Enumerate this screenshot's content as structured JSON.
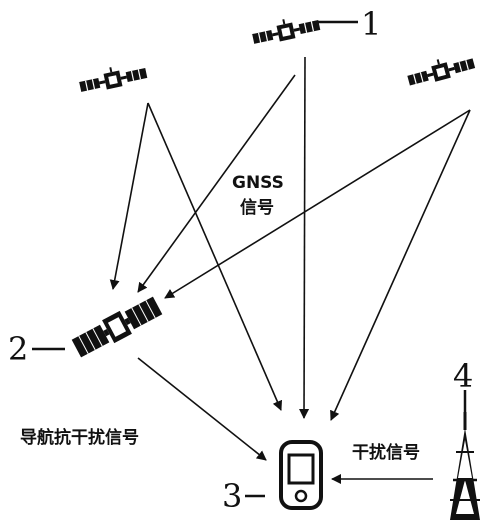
{
  "labels": {
    "gnss_line1": "GNSS",
    "gnss_line2": "信号",
    "anti_jam_signal": "导航抗干扰信号",
    "jamming_signal": "干扰信号"
  },
  "callouts": {
    "satellite": "1",
    "relay_satellite": "2",
    "receiver": "3",
    "jammer_tower": "4"
  },
  "colors": {
    "ink": "#111111",
    "background": "#ffffff"
  },
  "icons": {
    "satellite": "satellite-icon",
    "relay_satellite": "relay-satellite-icon",
    "receiver": "handheld-receiver-icon",
    "jammer": "jammer-tower-icon"
  }
}
